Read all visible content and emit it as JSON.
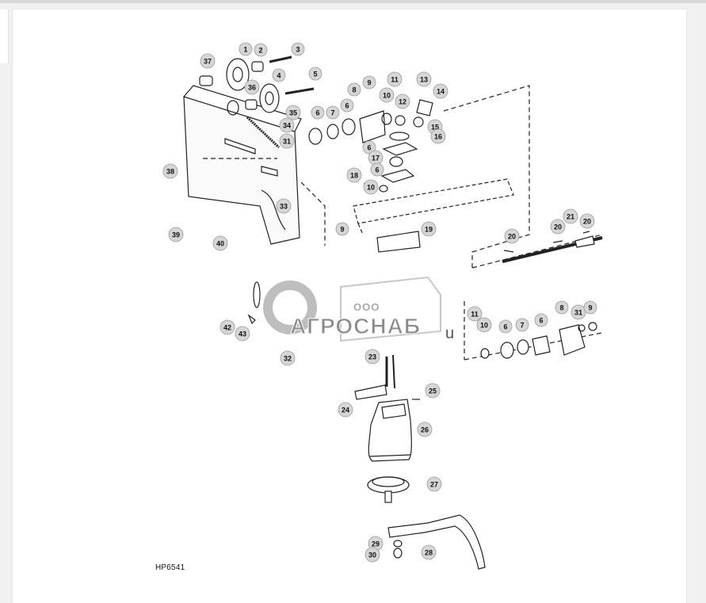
{
  "diagram": {
    "code": "HP6541",
    "callouts": [
      {
        "n": "1"
      },
      {
        "n": "2"
      },
      {
        "n": "3"
      },
      {
        "n": "37"
      },
      {
        "n": "4"
      },
      {
        "n": "5"
      },
      {
        "n": "36"
      },
      {
        "n": "35"
      },
      {
        "n": "34"
      },
      {
        "n": "31"
      },
      {
        "n": "38"
      },
      {
        "n": "33"
      },
      {
        "n": "39"
      },
      {
        "n": "40"
      },
      {
        "n": "6"
      },
      {
        "n": "7"
      },
      {
        "n": "6"
      },
      {
        "n": "8"
      },
      {
        "n": "9"
      },
      {
        "n": "11"
      },
      {
        "n": "10"
      },
      {
        "n": "12"
      },
      {
        "n": "13"
      },
      {
        "n": "14"
      },
      {
        "n": "15"
      },
      {
        "n": "16"
      },
      {
        "n": "6"
      },
      {
        "n": "17"
      },
      {
        "n": "6"
      },
      {
        "n": "18"
      },
      {
        "n": "10"
      },
      {
        "n": "9"
      },
      {
        "n": "19"
      },
      {
        "n": "20"
      },
      {
        "n": "20"
      },
      {
        "n": "21"
      },
      {
        "n": "20"
      },
      {
        "n": "42"
      },
      {
        "n": "43"
      },
      {
        "n": "32"
      },
      {
        "n": "11"
      },
      {
        "n": "10"
      },
      {
        "n": "6"
      },
      {
        "n": "7"
      },
      {
        "n": "6"
      },
      {
        "n": "8"
      },
      {
        "n": "31"
      },
      {
        "n": "9"
      },
      {
        "n": "23"
      },
      {
        "n": "24"
      },
      {
        "n": "25"
      },
      {
        "n": "26"
      },
      {
        "n": "27"
      },
      {
        "n": "29"
      },
      {
        "n": "30"
      },
      {
        "n": "28"
      }
    ]
  },
  "watermark": {
    "small": "ООО",
    "big": "АГРОСНАБ",
    "tail": "u"
  }
}
